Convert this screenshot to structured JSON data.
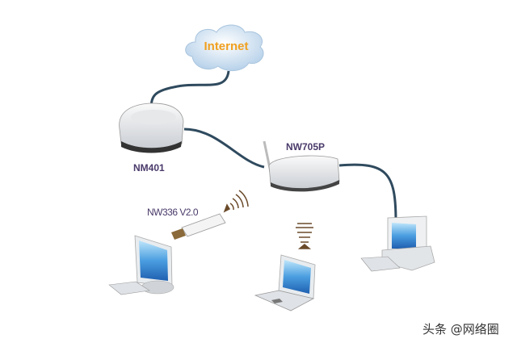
{
  "cloud": {
    "label": "Internet"
  },
  "devices": {
    "modem": {
      "label": "NM401"
    },
    "wireless_router": {
      "label": "NW705P"
    },
    "usb_adapter": {
      "label": "NW336 V2.0"
    }
  },
  "watermark": "头条 @网络圈",
  "colors": {
    "cable": "#2f4a5e",
    "cloud_text": "#f0a020",
    "label": "#4a3a6a",
    "screen": "#3a8ad0"
  }
}
